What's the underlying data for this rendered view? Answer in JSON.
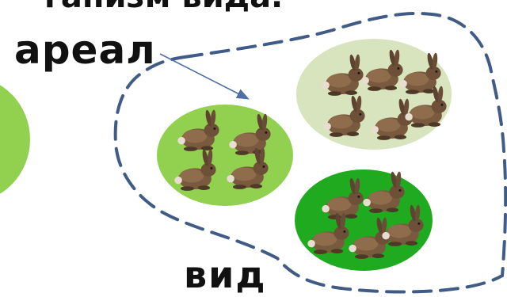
{
  "heading_fragment": "ганизм вида.",
  "labels": {
    "areal": "ареал",
    "species": "вид"
  },
  "colors": {
    "boundary": "#3f5b86",
    "arrow": "#4d6ea6",
    "population_light_green": "#92d050",
    "population_pale_green": "#d7e4bd",
    "population_dark_green": "#1faa1f",
    "partial_circle": "#92d050"
  },
  "diagram": {
    "populations": [
      {
        "name": "population-light",
        "rabbits": 4
      },
      {
        "name": "population-pale",
        "rabbits": 6
      },
      {
        "name": "population-dark",
        "rabbits": 5
      }
    ]
  }
}
